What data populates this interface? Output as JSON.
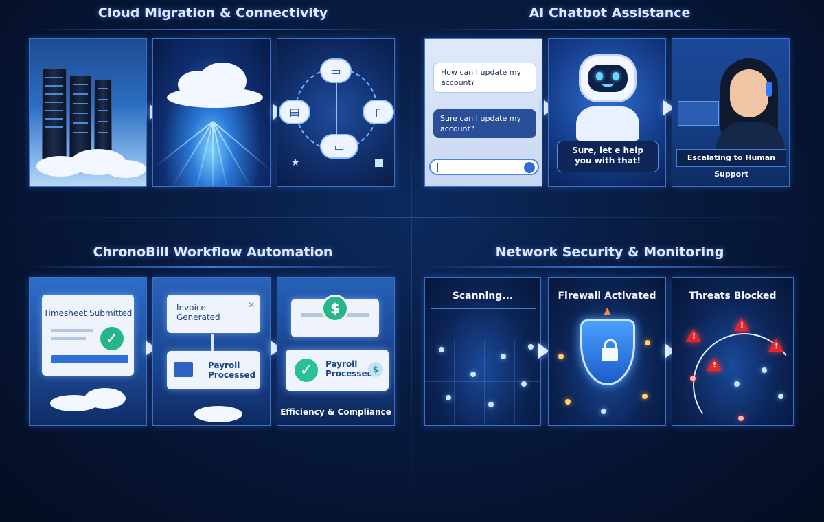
{
  "sections": {
    "cloud": {
      "title": "Cloud Migration & Connectivity"
    },
    "chatbot": {
      "title": "AI Chatbot Assistance",
      "user_question": "How can I update my account?",
      "reply_bubble": "Sure can I update my account?",
      "bot_reply": "Sure, let e help you with that!",
      "escalation": "Escalating to Human Support"
    },
    "chronobill": {
      "title": "ChronoBill Workflow Automation",
      "timesheet": "Timesheet Submitted",
      "invoice": "Invoice Generated",
      "payroll": "Payroll Processed",
      "payroll_final": "Payroll Processed",
      "efficiency": "Efficiency & Compliance",
      "dollar": "$"
    },
    "security": {
      "title": "Network Security & Monitoring",
      "scanning": "Scanning...",
      "firewall": "Firewall Activated",
      "threats": "Threats Blocked"
    }
  },
  "icons": {
    "check": "✓",
    "warning": "!",
    "star": "★"
  },
  "colors": {
    "background": "#081a3e",
    "accent": "#3b78e0",
    "success": "#28b38c",
    "danger": "#e5262f"
  }
}
